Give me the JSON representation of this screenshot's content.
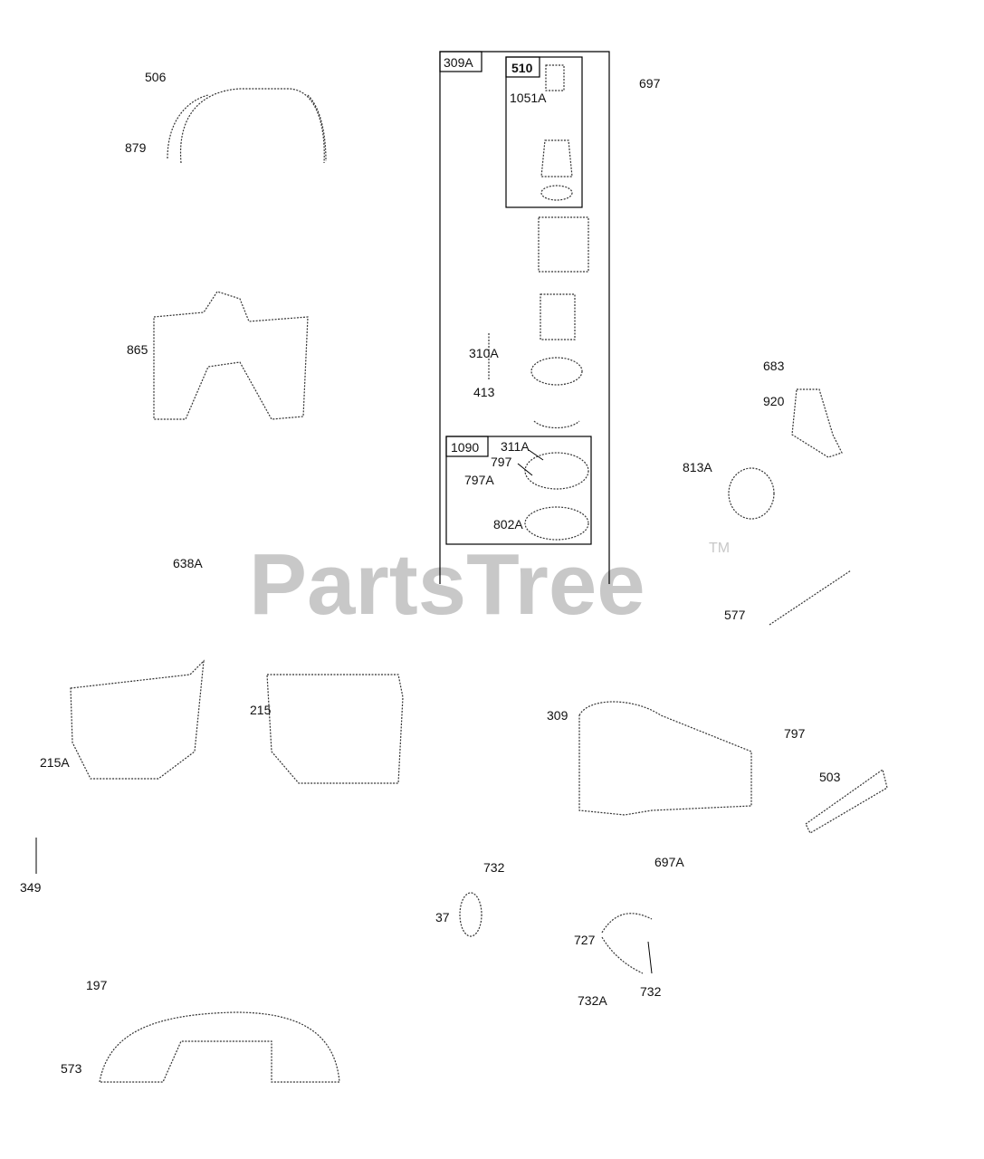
{
  "watermark": {
    "text": "PartsTree",
    "trademark": "TM"
  },
  "kit_boxes": [
    {
      "label": "309A"
    },
    {
      "label": "510"
    },
    {
      "label": "1090"
    }
  ],
  "callouts": [
    "506",
    "879",
    "865",
    "1051A",
    "310A",
    "413",
    "311A",
    "797",
    "797A",
    "802A",
    "697",
    "683",
    "920",
    "813A",
    "577",
    "638A",
    "215A",
    "215",
    "309",
    "797",
    "503",
    "349",
    "732",
    "697A",
    "37",
    "727",
    "732",
    "732A",
    "197",
    "573"
  ]
}
